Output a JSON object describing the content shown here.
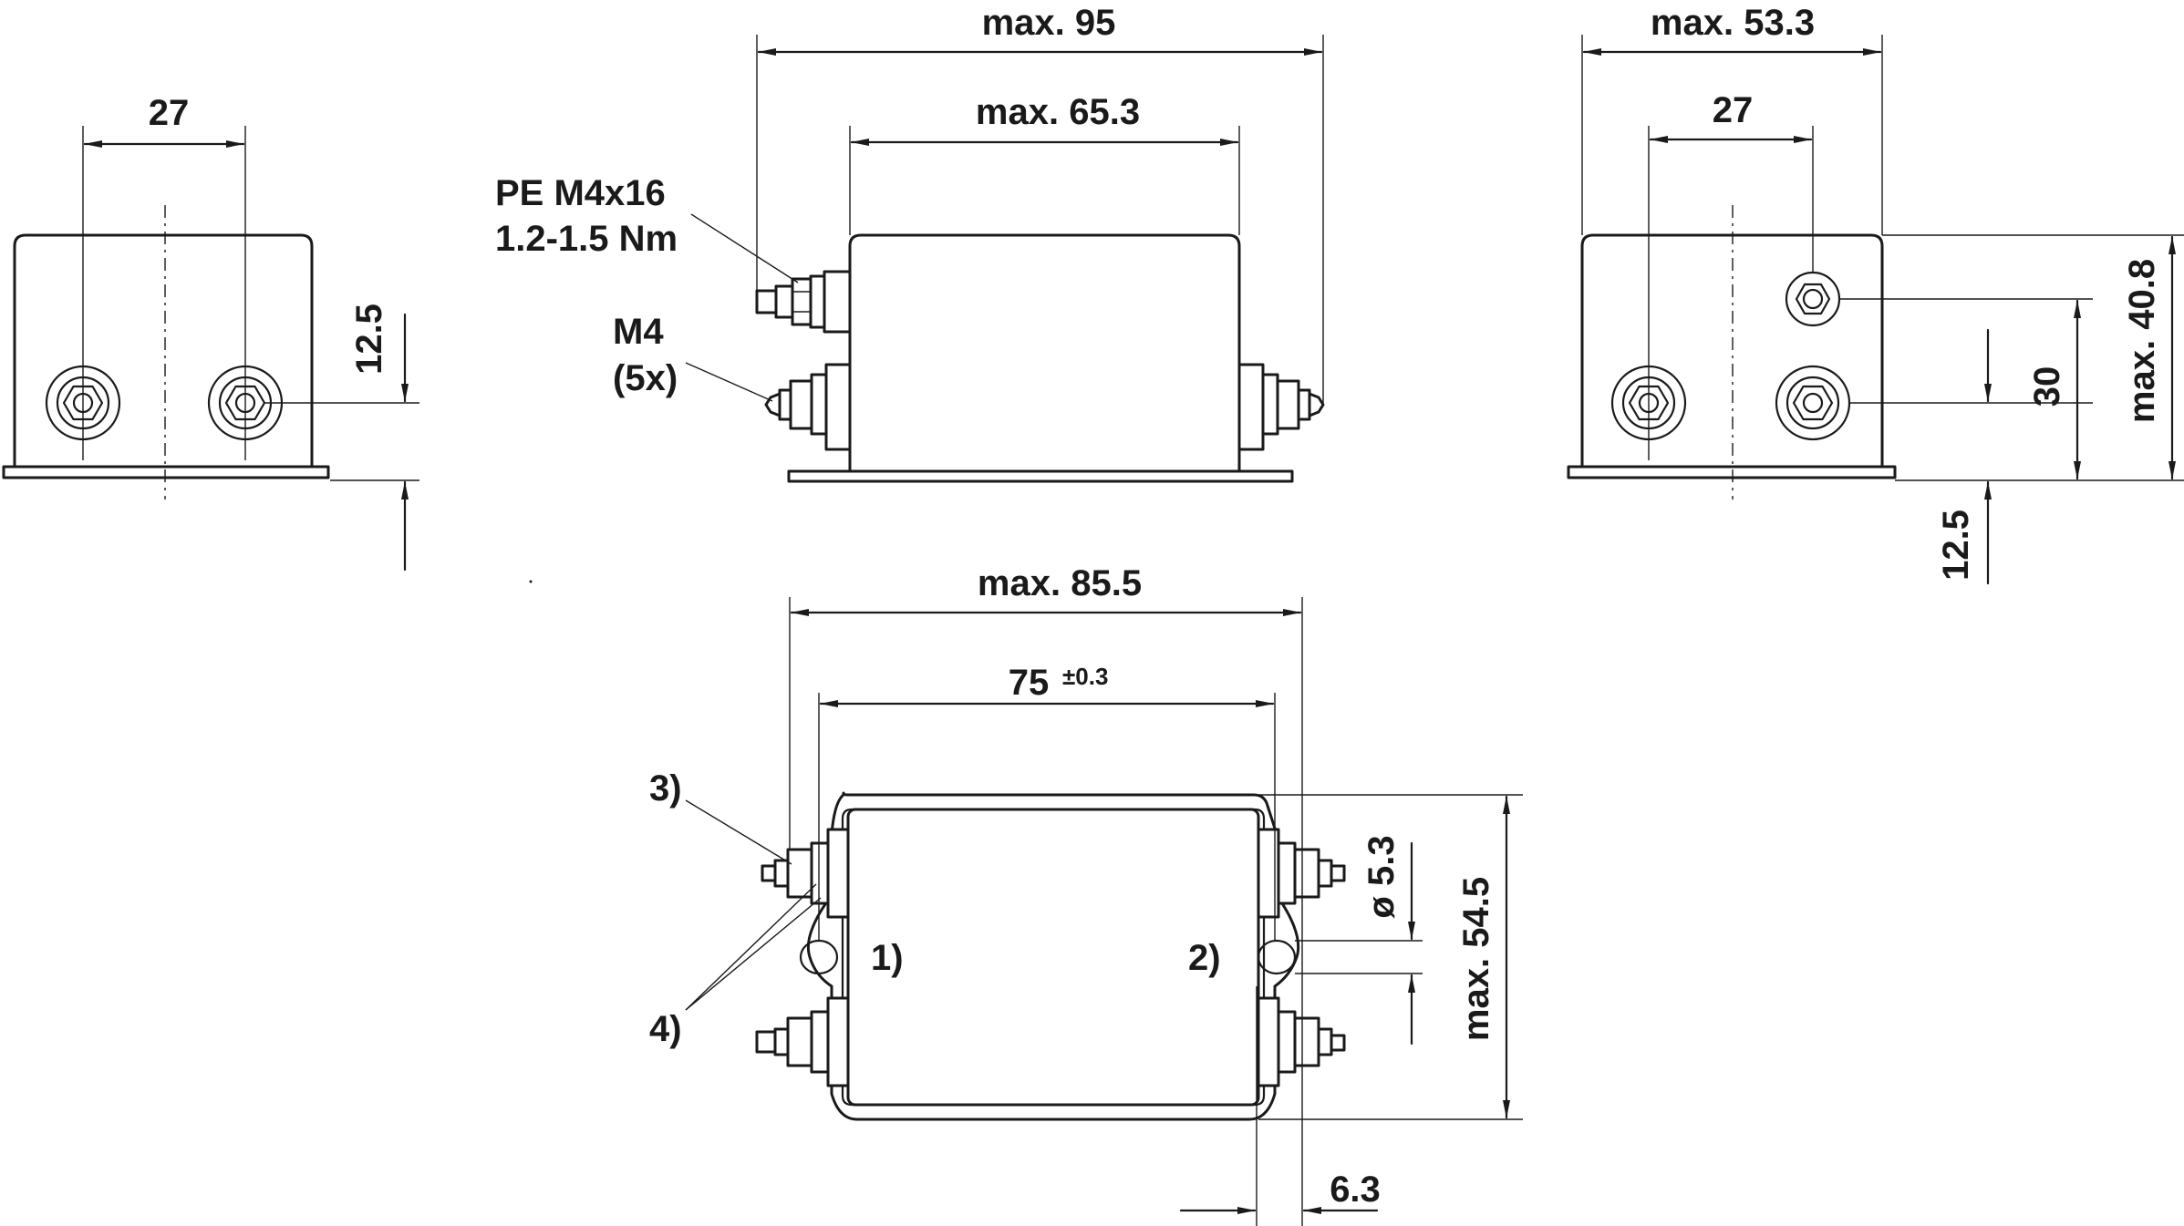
{
  "labels": {
    "dim_27_left": "27",
    "dim_12_5_left": "12.5",
    "dim_max95": "max. 95",
    "dim_max65_3": "max. 65.3",
    "pe_line1": "PE M4x16",
    "pe_line2": "1.2-1.5 Nm",
    "m4_line1": "M4",
    "m4_line2": "(5x)",
    "dim_max53_3": "max. 53.3",
    "dim_27_right": "27",
    "dim_30": "30",
    "dim_max40_8": "max. 40.8",
    "dim_12_5_right": "12.5",
    "dim_max85_5": "max. 85.5",
    "dim_75": "75",
    "dim_75_tol": "±0.3",
    "ref_3": "3)",
    "ref_4": "4)",
    "ref_1": "1)",
    "ref_2": "2)",
    "dim_dia5_3": "ø 5.3",
    "dim_max54_5": "max. 54.5",
    "dim_6_3": "6.3"
  }
}
